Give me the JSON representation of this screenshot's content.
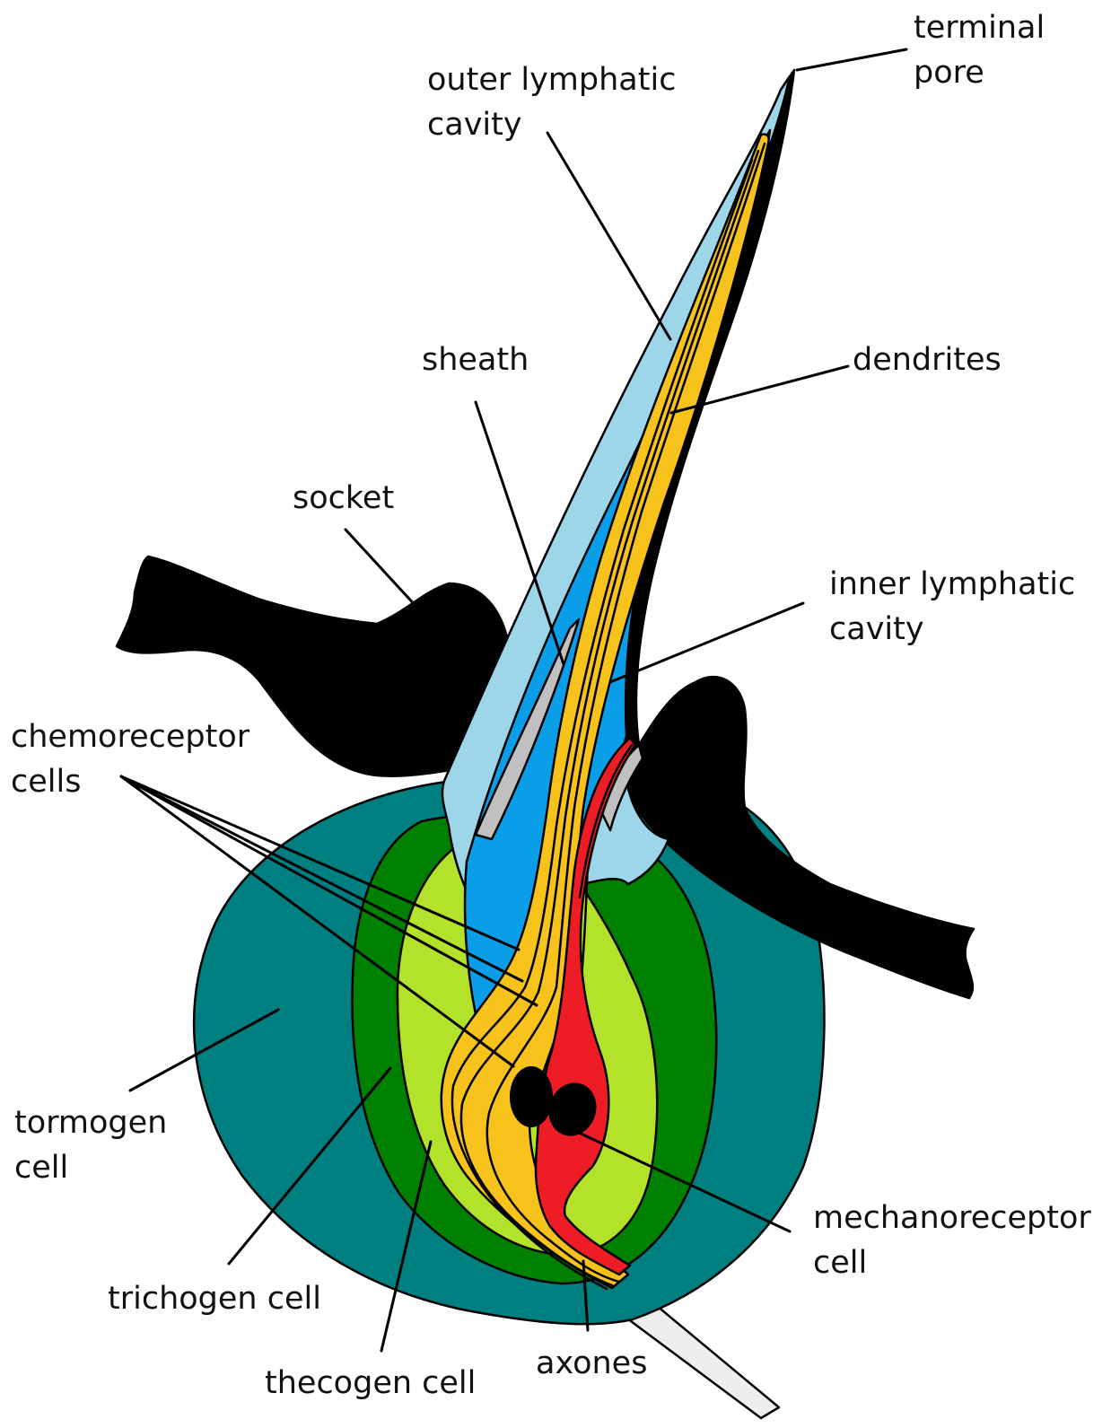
{
  "labels": {
    "terminal_pore": [
      "terminal",
      "pore"
    ],
    "outer_lymphatic_cavity": [
      "outer lymphatic",
      "cavity"
    ],
    "sheath": "sheath",
    "dendrites": "dendrites",
    "socket": "socket",
    "inner_lymphatic_cavity": [
      "inner lymphatic",
      "cavity"
    ],
    "chemoreceptor_cells": [
      "chemoreceptor",
      "cells"
    ],
    "tormogen_cell": [
      "tormogen",
      "cell"
    ],
    "trichogen_cell": "trichogen cell",
    "thecogen_cell": "thecogen cell",
    "axones": "axones",
    "mechanoreceptor_cell": [
      "mechanoreceptor",
      "cell"
    ]
  },
  "colors": {
    "tormogen": "#007f80",
    "trichogen": "#008000",
    "thecogen": "#b3e22a",
    "chemoreceptor": "#f8c21c",
    "mechanoreceptor": "#ee1c24",
    "inner_lymph": "#0a9ee8",
    "outer_lymph": "#9dd6e8",
    "sheath": "#c0c0c0",
    "cuticle": "#000000",
    "axon_bundle": "#eeeeee"
  }
}
